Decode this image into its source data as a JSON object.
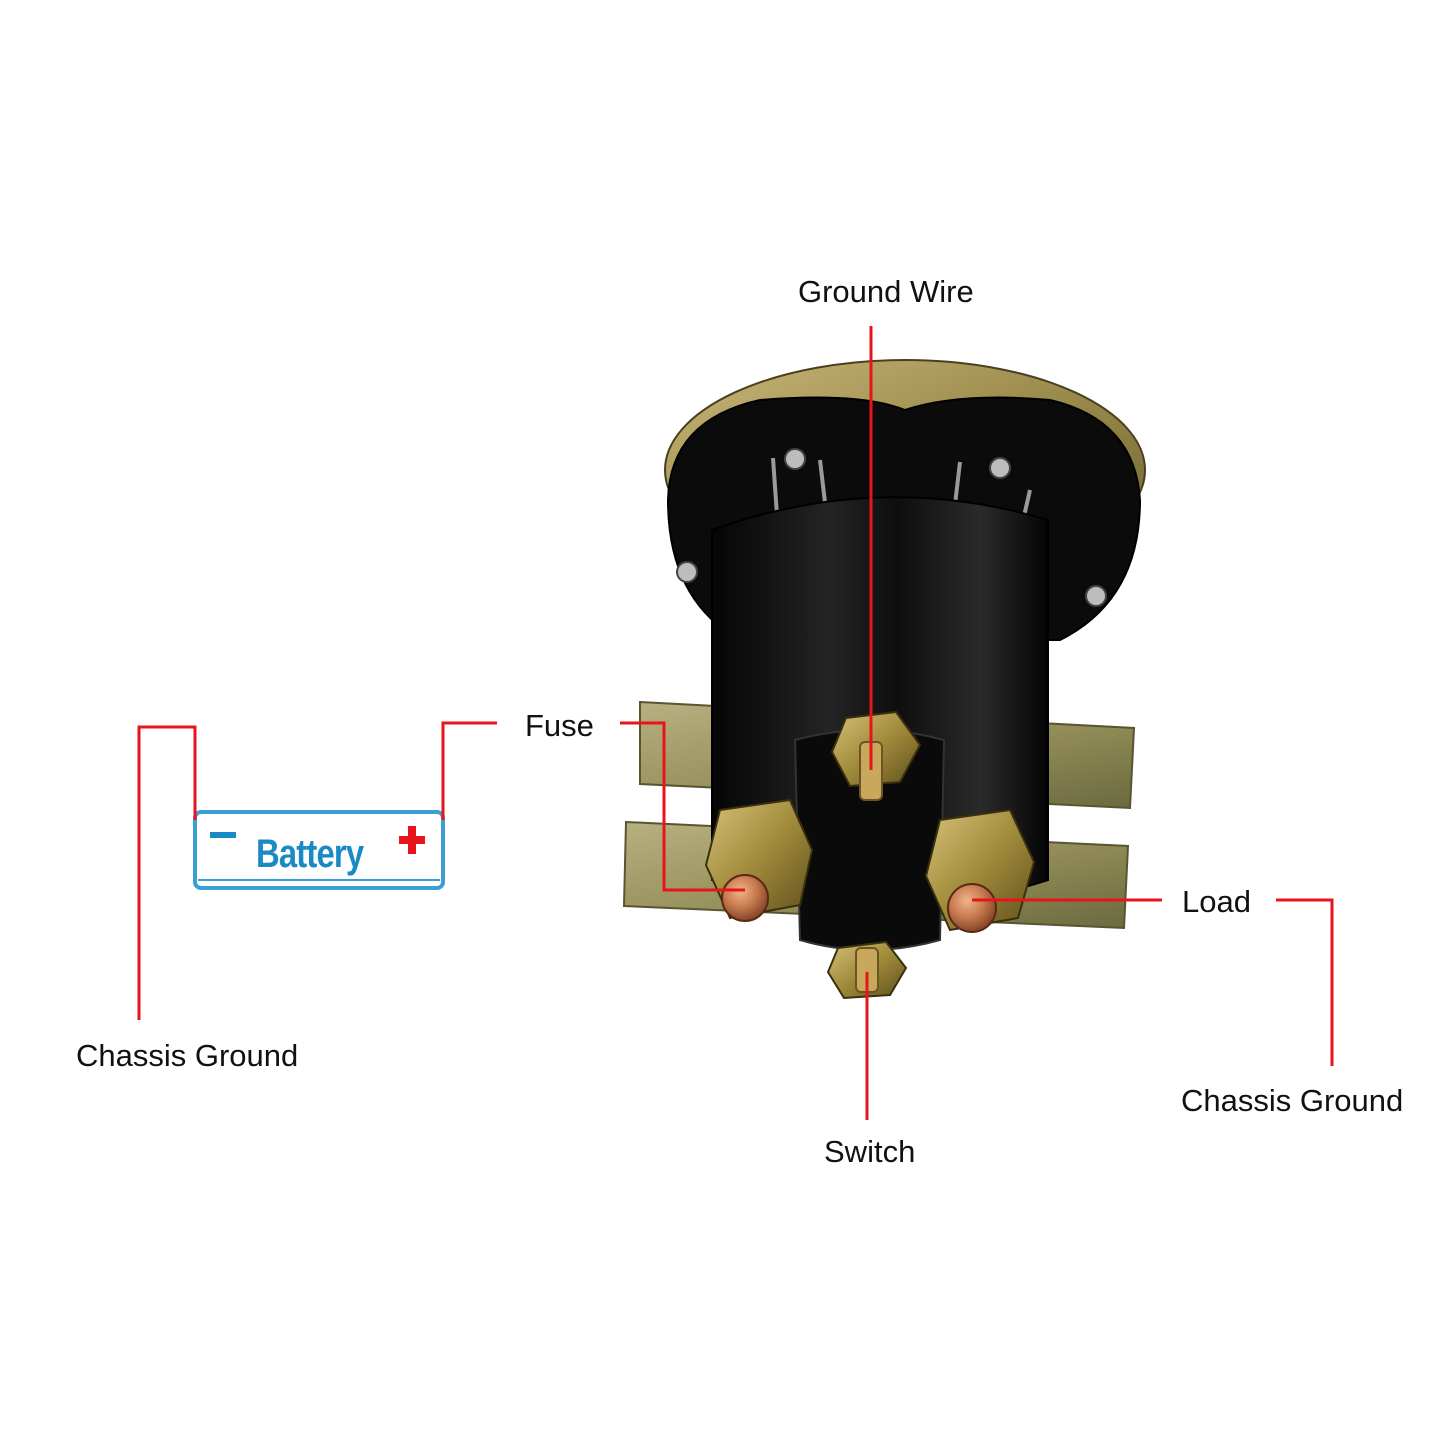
{
  "labels": {
    "ground_wire": "Ground Wire",
    "fuse": "Fuse",
    "load": "Load",
    "switch": "Switch",
    "chassis_ground_left": "Chassis Ground",
    "chassis_ground_right": "Chassis Ground"
  },
  "battery": {
    "text": "Battery",
    "negative_symbol": "minus-icon",
    "positive_symbol": "plus-icon",
    "text_color": "#1a8ac4",
    "border_color": "#3aa0d4"
  },
  "colors": {
    "leader_line": "#e8141b",
    "label_text": "#111111",
    "background": "#ffffff"
  },
  "component": {
    "name": "solenoid-relay-icon"
  }
}
